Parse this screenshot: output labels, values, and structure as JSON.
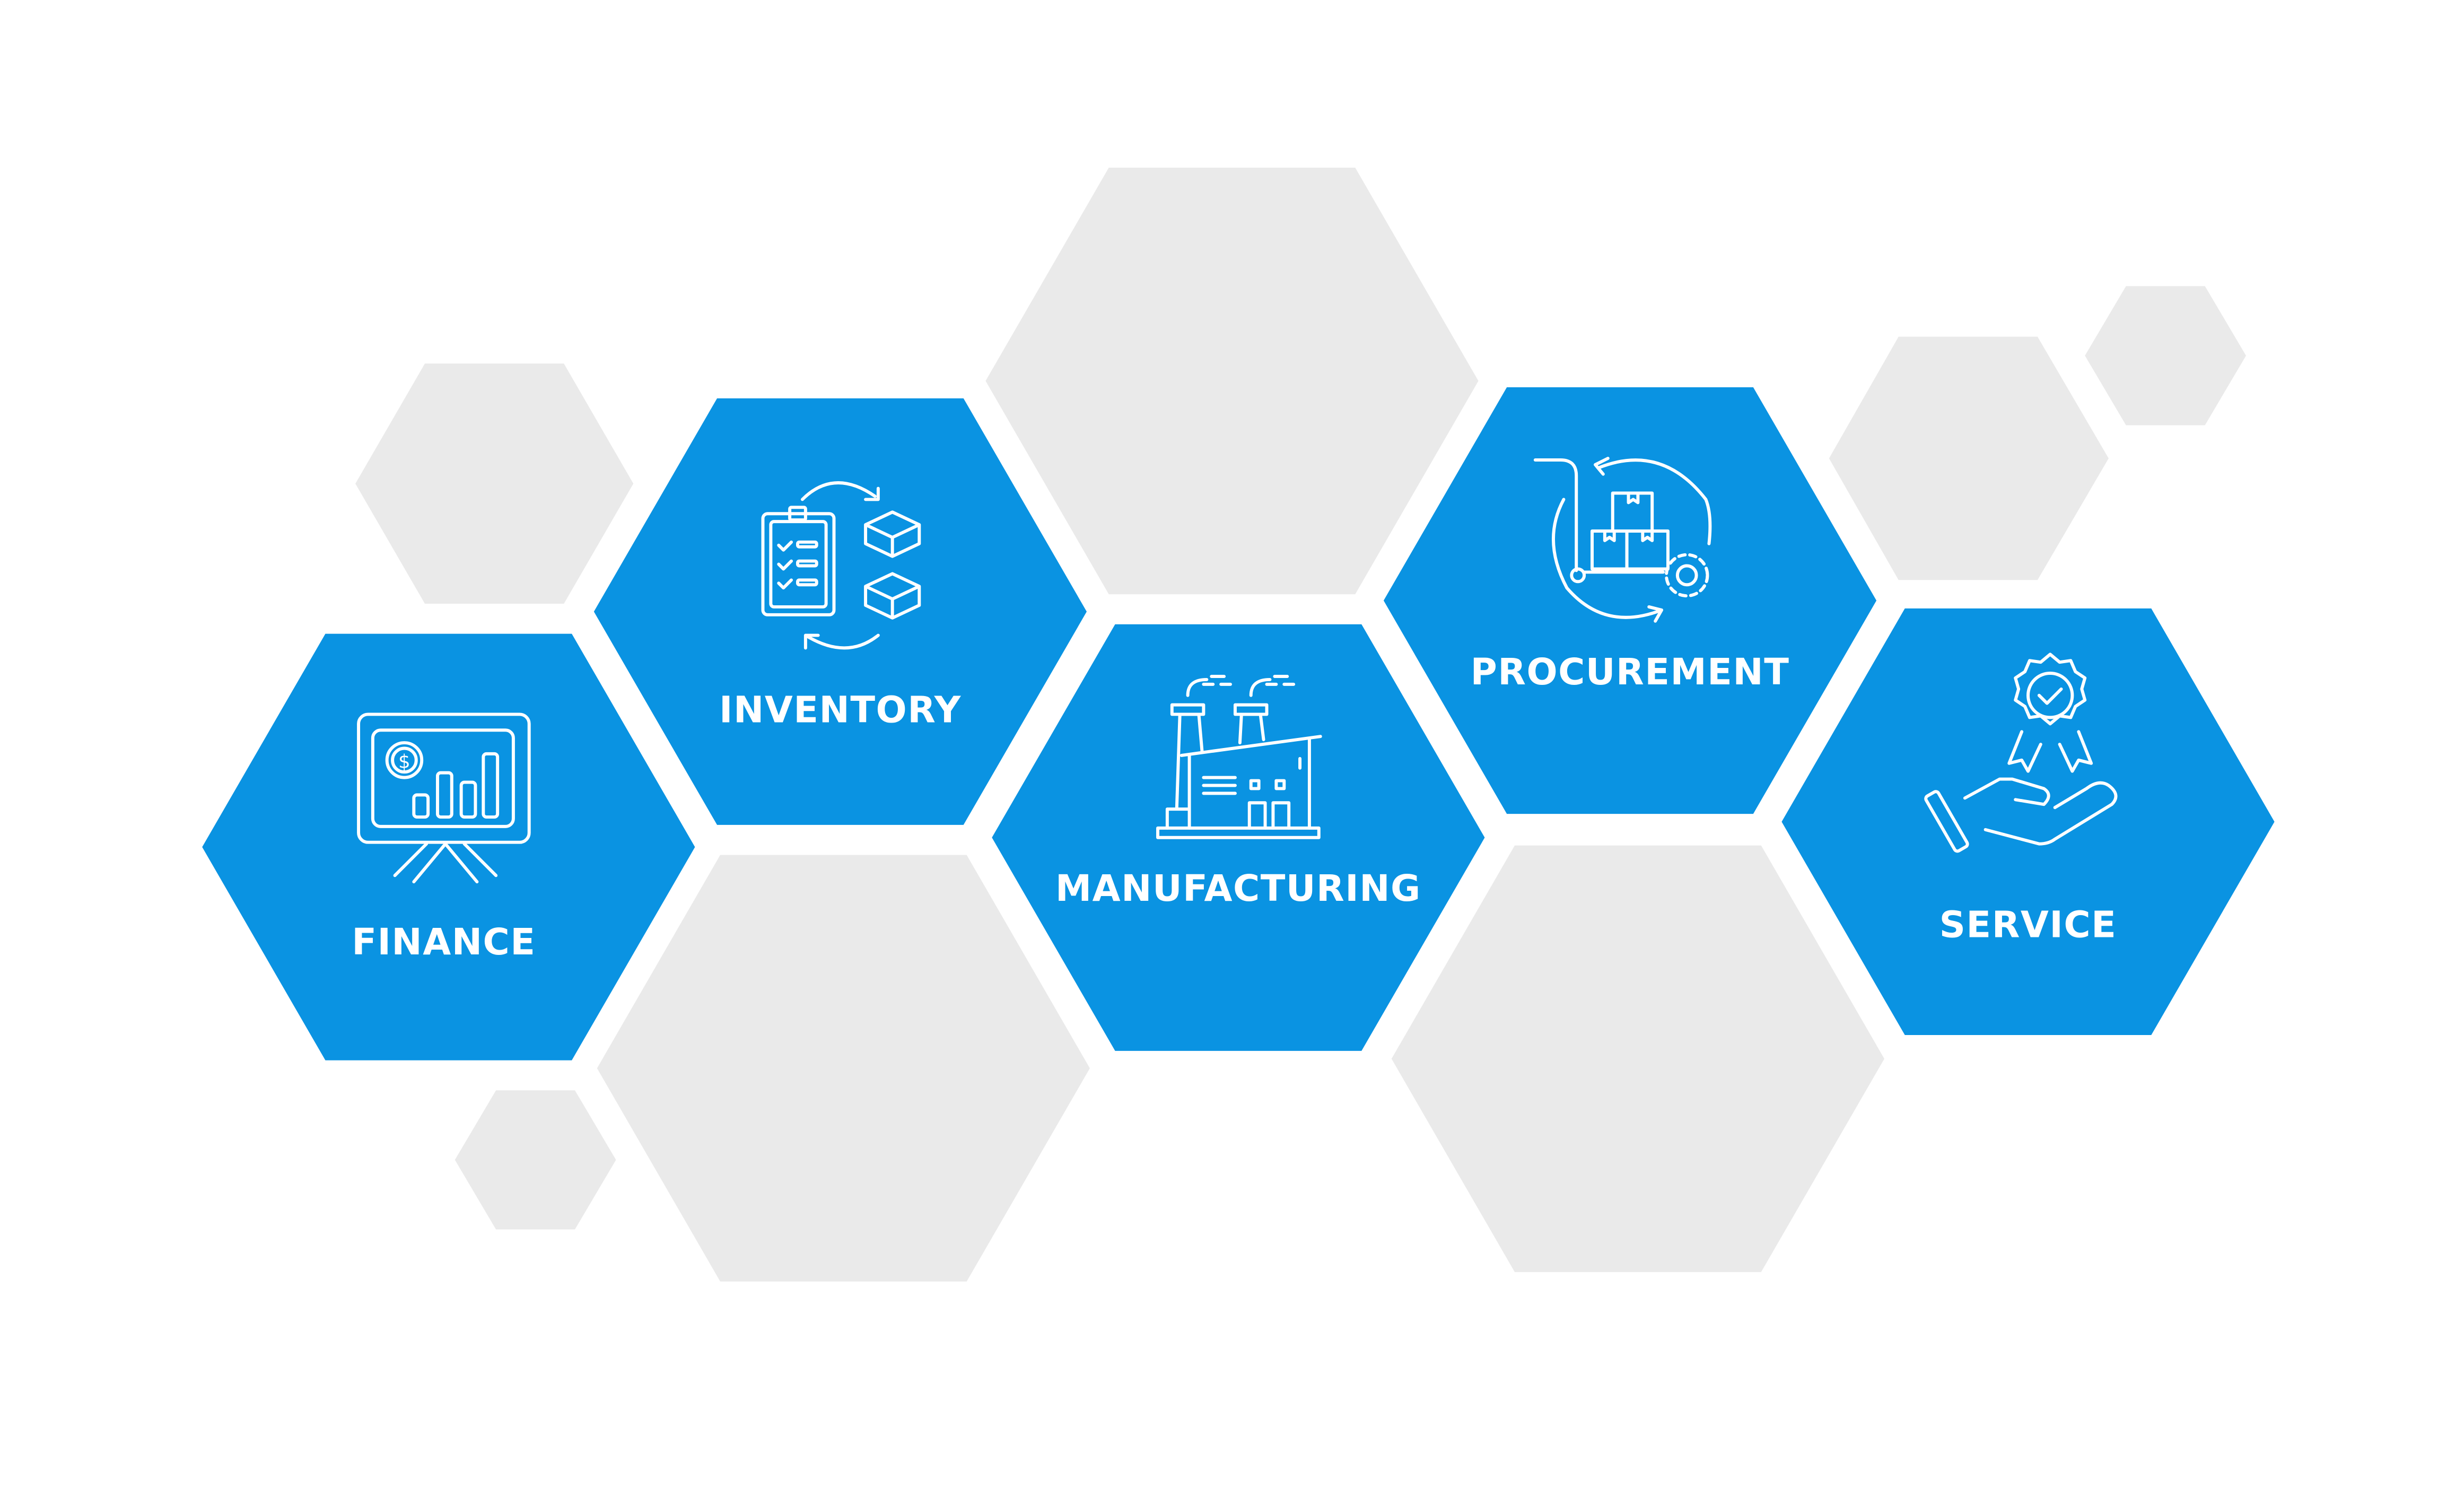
{
  "colors": {
    "primary": "#0A93E2",
    "secondary": "#EAEAEA",
    "text": "#FFFFFF"
  },
  "modules": [
    {
      "label": "FINANCE",
      "icon": "presentation-board-chart-dollar-icon"
    },
    {
      "label": "INVENTORY",
      "icon": "clipboard-checklist-boxes-cycle-icon"
    },
    {
      "label": "MANUFACTURING",
      "icon": "factory-icon"
    },
    {
      "label": "PROCUREMENT",
      "icon": "hand-truck-boxes-gear-icon"
    },
    {
      "label": "SERVICE",
      "icon": "hand-award-badge-icon"
    }
  ]
}
